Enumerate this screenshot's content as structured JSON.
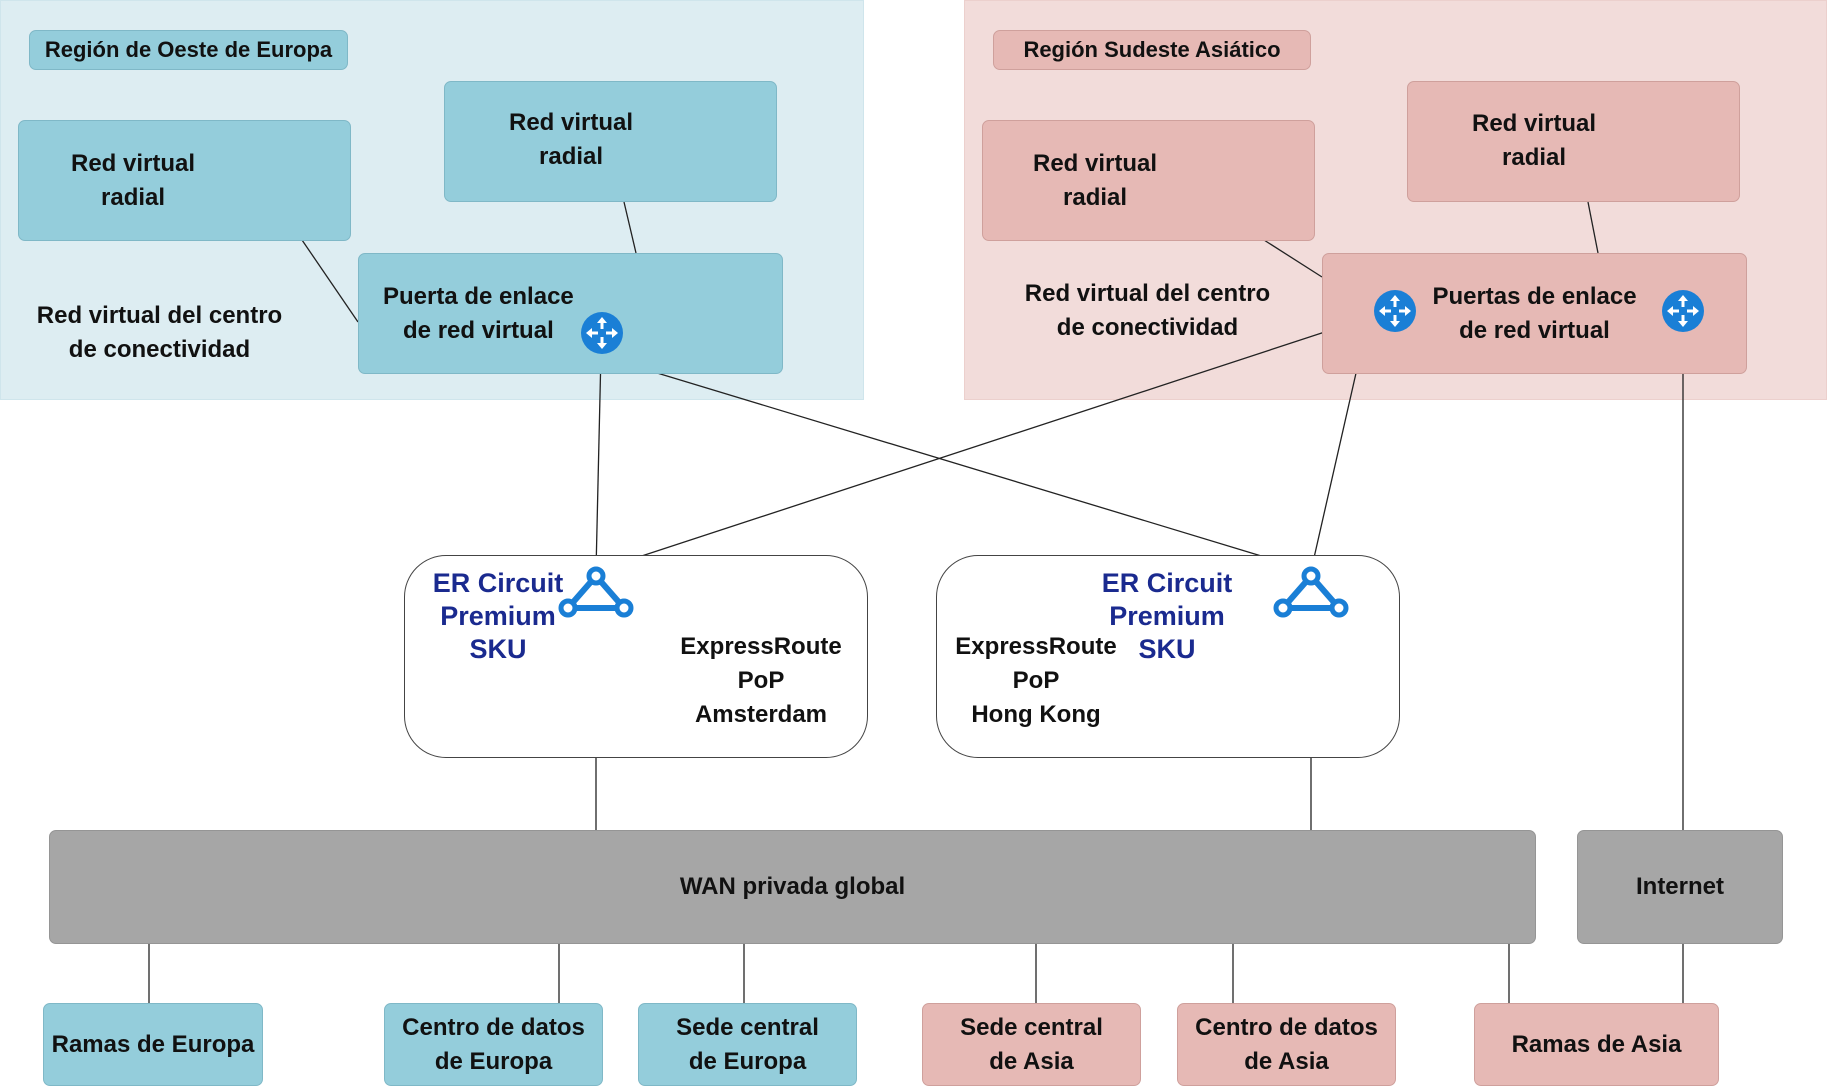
{
  "colors": {
    "europe_fill": "#94cddb",
    "europe_region": "#ddedf2",
    "asia_fill": "#e6b9b5",
    "asia_region": "#f2dcda",
    "wan_fill": "#a6a6a6",
    "er_text": "#1a2a8f",
    "icon_blue": "#1a7fd6"
  },
  "regions": {
    "europe": {
      "label": "Región de Oeste de Europa",
      "spoke_left": "Red virtual\nradial",
      "spoke_right": "Red virtual\nradial",
      "hub_label": "Red virtual del centro\nde conectividad",
      "gateway": "Puerta de enlace\nde red virtual",
      "gateway_icon": "router-icon"
    },
    "asia": {
      "label": "Región Sudeste Asiático",
      "spoke_left": "Red virtual\nradial",
      "spoke_right": "Red virtual\nradial",
      "hub_label": "Red virtual del centro\nde conectividad",
      "gateway": "Puertas de enlace\nde red virtual",
      "gateway_icon": "router-icon"
    }
  },
  "pops": {
    "amsterdam": {
      "er": "ER Circuit\nPremium\nSKU",
      "location": "ExpressRoute\nPoP\nAmsterdam",
      "icon": "expressroute-icon"
    },
    "hongkong": {
      "er": "ER Circuit\nPremium\nSKU",
      "location": "ExpressRoute\nPoP\nHong Kong",
      "icon": "expressroute-icon"
    }
  },
  "wan": {
    "label": "WAN privada global"
  },
  "internet": {
    "label": "Internet"
  },
  "sites": {
    "europe_branches": "Ramas de Europa",
    "europe_datacenter": "Centro de datos\nde Europa",
    "europe_hq": "Sede central\nde Europa",
    "asia_hq": "Sede central\nde Asia",
    "asia_datacenter": "Centro de datos\nde Asia",
    "asia_branches": "Ramas de Asia"
  }
}
